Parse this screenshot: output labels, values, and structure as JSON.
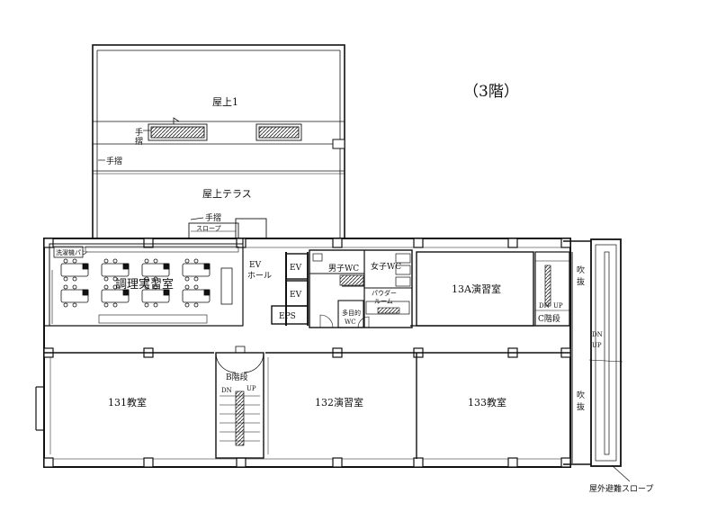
{
  "floor_title": "（3階）",
  "rooms": {
    "roof1": "屋上1",
    "roof_terrace": "屋上テラス",
    "handrail_a": "手",
    "handrail_a2": "摺",
    "handrail_b": "手摺",
    "handrail_c": "手摺",
    "slope": "スロープ",
    "laundry": "洗濯機パン",
    "cooking": "調理実習室",
    "ev_hall_1": "EV",
    "ev_hall_2": "ホール",
    "ev1": "EV",
    "ev2": "EV",
    "eps": "EPS",
    "mens_wc": "男子WC",
    "womens_wc": "女子WC",
    "powder_1": "パウダー",
    "powder_2": "ルーム",
    "multi_1": "多目的",
    "multi_2": "WC",
    "r13a": "13A演習室",
    "fukinuke_1a": "吹",
    "fukinuke_1b": "抜",
    "fukinuke_2a": "吹",
    "fukinuke_2b": "抜",
    "c_stair_dn": "DN",
    "c_stair_up": "UP",
    "c_stair": "C階段",
    "b_stair": "B階段",
    "b_dn": "DN",
    "b_up": "UP",
    "r131": "131教室",
    "r132": "132演習室",
    "r133": "133教室",
    "ramp_dn": "DN",
    "ramp_up": "UP",
    "ramp": "屋外避難スロープ"
  }
}
